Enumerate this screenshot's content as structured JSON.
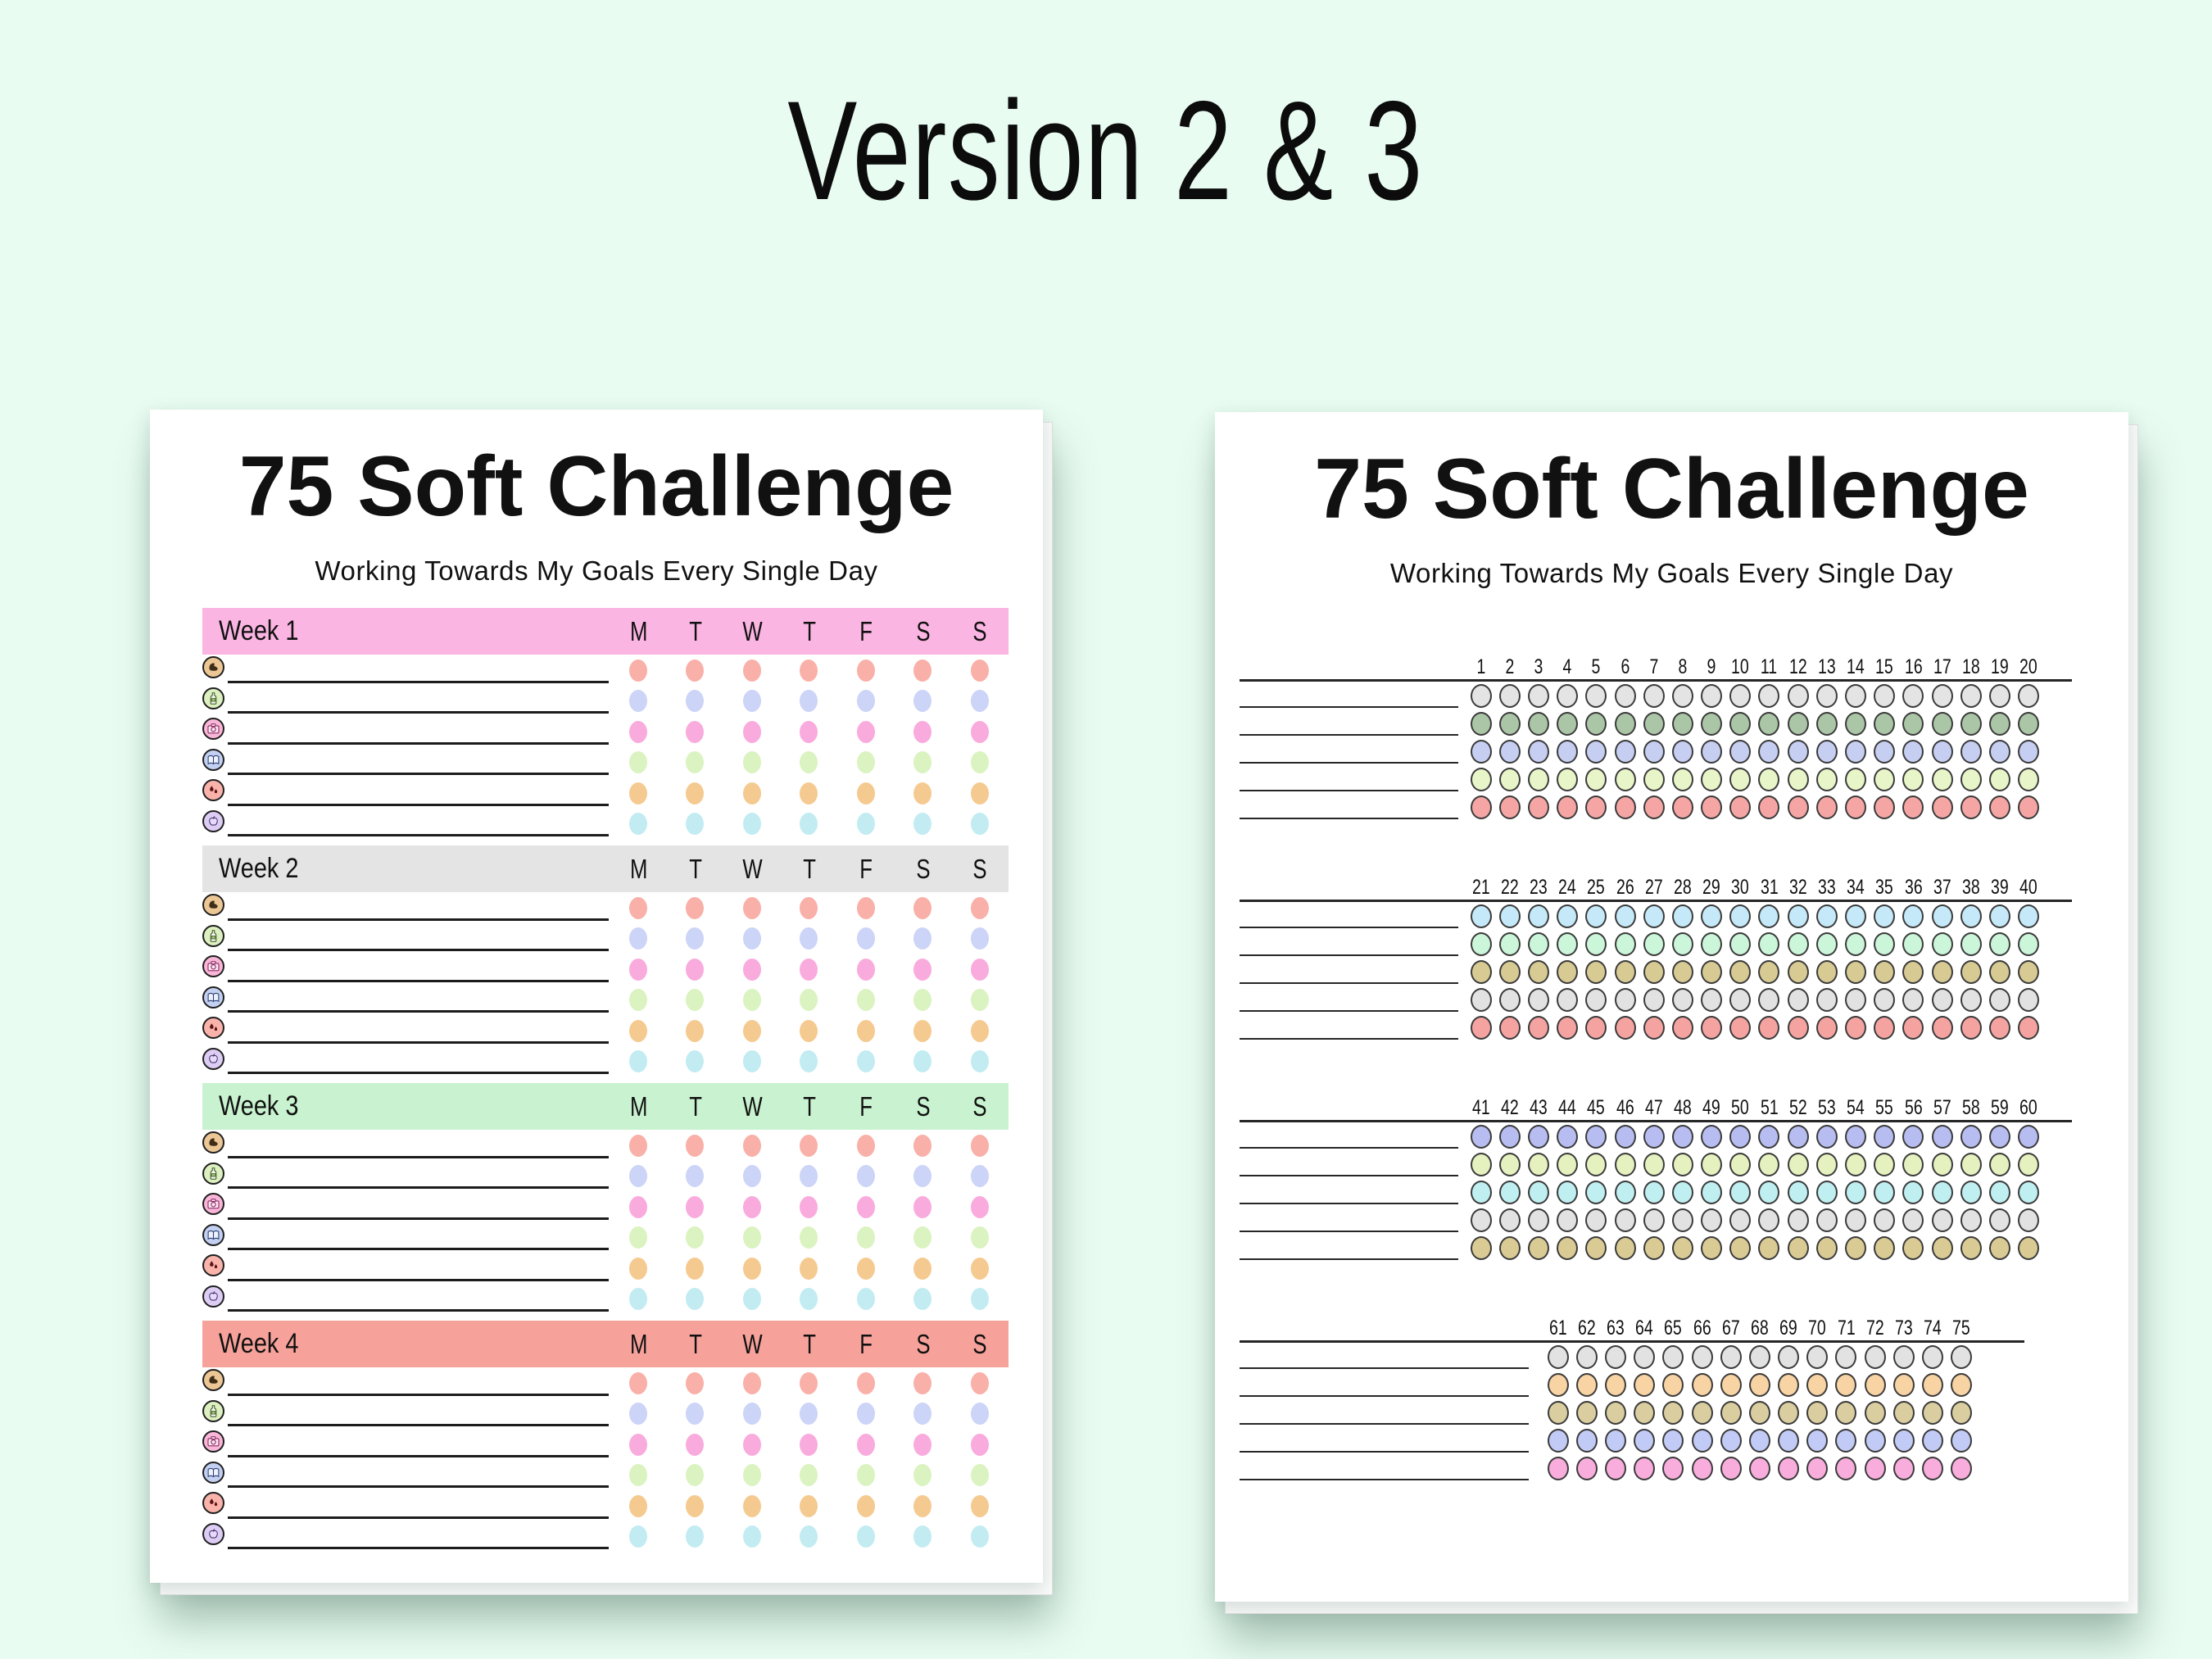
{
  "page_title": "Version 2 & 3",
  "colors": {
    "canvas_bg": "#e9fcf2",
    "page_bg": "#ffffff",
    "text": "#111111",
    "line": "#1c1c1c",
    "circle_outline": "#3b3b3b"
  },
  "left_page": {
    "title": "75 Soft Challenge",
    "subtitle": "Working Towards My Goals Every Single Day",
    "day_headers": [
      "M",
      "T",
      "W",
      "T",
      "F",
      "S",
      "S"
    ],
    "habit_rows": [
      {
        "icon": "muscle-icon",
        "icon_bg": "#ecc795",
        "dot_color": "#f9b0a8"
      },
      {
        "icon": "bottle-icon",
        "icon_bg": "#ddf0bf",
        "dot_color": "#ccd4f7"
      },
      {
        "icon": "camera-icon",
        "icon_bg": "#f9b6d8",
        "dot_color": "#f9abdd"
      },
      {
        "icon": "book-icon",
        "icon_bg": "#c3d0f2",
        "dot_color": "#daf3c0"
      },
      {
        "icon": "water-drops-icon",
        "icon_bg": "#f9b3ab",
        "dot_color": "#f5ca90"
      },
      {
        "icon": "apple-icon",
        "icon_bg": "#ddccf4",
        "dot_color": "#c2ecf2"
      }
    ],
    "weeks": [
      {
        "label": "Week 1",
        "header_color": "#fbb5e2"
      },
      {
        "label": "Week 2",
        "header_color": "#e4e4e4"
      },
      {
        "label": "Week 3",
        "header_color": "#c9f3d0"
      },
      {
        "label": "Week 4",
        "header_color": "#f6a29b"
      }
    ]
  },
  "right_page": {
    "title": "75 Soft Challenge",
    "subtitle": "Working Towards My Goals Every Single Day",
    "blocks": [
      {
        "days": [
          1,
          2,
          3,
          4,
          5,
          6,
          7,
          8,
          9,
          10,
          11,
          12,
          13,
          14,
          15,
          16,
          17,
          18,
          19,
          20
        ],
        "row_colors": [
          "#e4e4e4",
          "#abc6a6",
          "#c6cff2",
          "#e8f5c8",
          "#f5a6a4"
        ]
      },
      {
        "days": [
          21,
          22,
          23,
          24,
          25,
          26,
          27,
          28,
          29,
          30,
          31,
          32,
          33,
          34,
          35,
          36,
          37,
          38,
          39,
          40
        ],
        "row_colors": [
          "#c5e9f9",
          "#ccf6da",
          "#d8ca93",
          "#e2e2e2",
          "#f5a3a1"
        ]
      },
      {
        "days": [
          41,
          42,
          43,
          44,
          45,
          46,
          47,
          48,
          49,
          50,
          51,
          52,
          53,
          54,
          55,
          56,
          57,
          58,
          59,
          60
        ],
        "row_colors": [
          "#b7bdf0",
          "#e5f1bf",
          "#c0eff1",
          "#e2e2e2",
          "#dacb94"
        ]
      },
      {
        "days": [
          61,
          62,
          63,
          64,
          65,
          66,
          67,
          68,
          69,
          70,
          71,
          72,
          73,
          74,
          75
        ],
        "row_colors": [
          "#e2e2e2",
          "#f8d3a3",
          "#dacd9f",
          "#c2caf6",
          "#f8addc"
        ]
      }
    ]
  }
}
